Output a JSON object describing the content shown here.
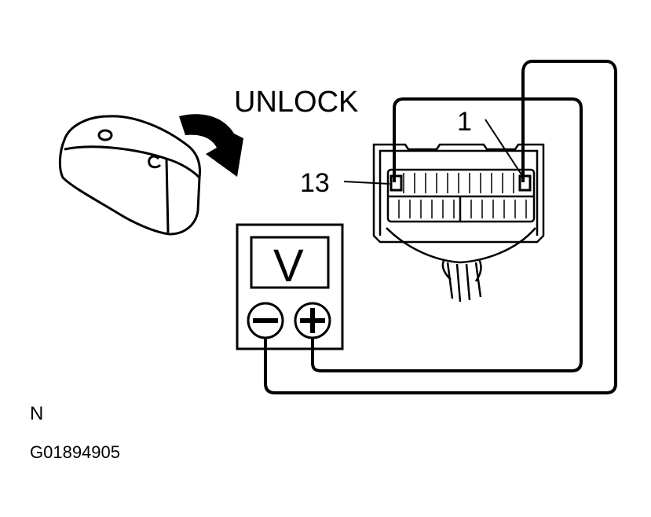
{
  "labels": {
    "unlock": "UNLOCK",
    "pin_1": "1",
    "pin_13": "13",
    "meter_unit": "V"
  },
  "caption": {
    "code": "N",
    "figure_id": "G01894905"
  }
}
